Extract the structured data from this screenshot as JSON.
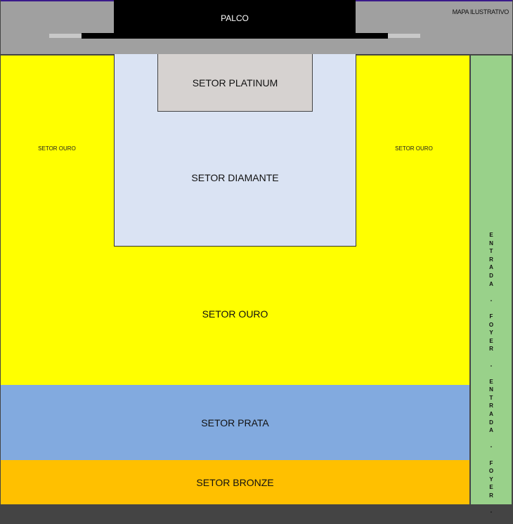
{
  "header": {
    "stage": "PALCO",
    "map_note": "MAPA ILUSTRATIVO"
  },
  "sectors": {
    "platinum": "SETOR PLATINUM",
    "diamante": "SETOR DIAMANTE",
    "ouro_main": "SETOR OURO",
    "ouro_left": "SETOR OURO",
    "ouro_right": "SETOR OURO",
    "prata": "SETOR PRATA",
    "bronze": "SETOR BRONZE"
  },
  "side_label": "ENTRADA - FOYER - ENTRADA - FOYER -",
  "colors": {
    "ouro": "#ffff00",
    "diamante": "#dae3f3",
    "platinum": "#d6d2d0",
    "prata": "#82aadf",
    "bronze": "#ffc000",
    "foyer": "#99d18a",
    "stage": "#000000"
  }
}
